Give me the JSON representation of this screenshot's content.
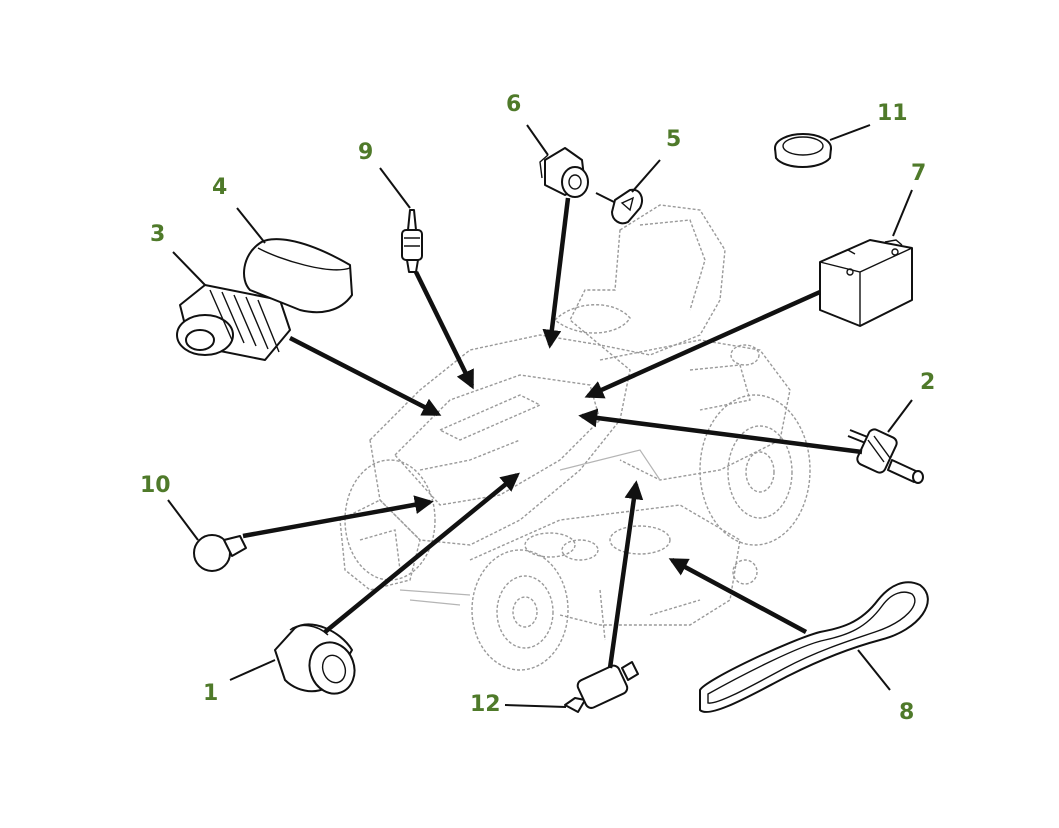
{
  "diagram": {
    "accent_color": "#4f7a2a",
    "callouts": [
      {
        "id": "1",
        "label": "1"
      },
      {
        "id": "2",
        "label": "2"
      },
      {
        "id": "3",
        "label": "3"
      },
      {
        "id": "4",
        "label": "4"
      },
      {
        "id": "5",
        "label": "5"
      },
      {
        "id": "6",
        "label": "6"
      },
      {
        "id": "7",
        "label": "7"
      },
      {
        "id": "8",
        "label": "8"
      },
      {
        "id": "9",
        "label": "9"
      },
      {
        "id": "10",
        "label": "10"
      },
      {
        "id": "11",
        "label": "11"
      },
      {
        "id": "12",
        "label": "12"
      }
    ]
  }
}
